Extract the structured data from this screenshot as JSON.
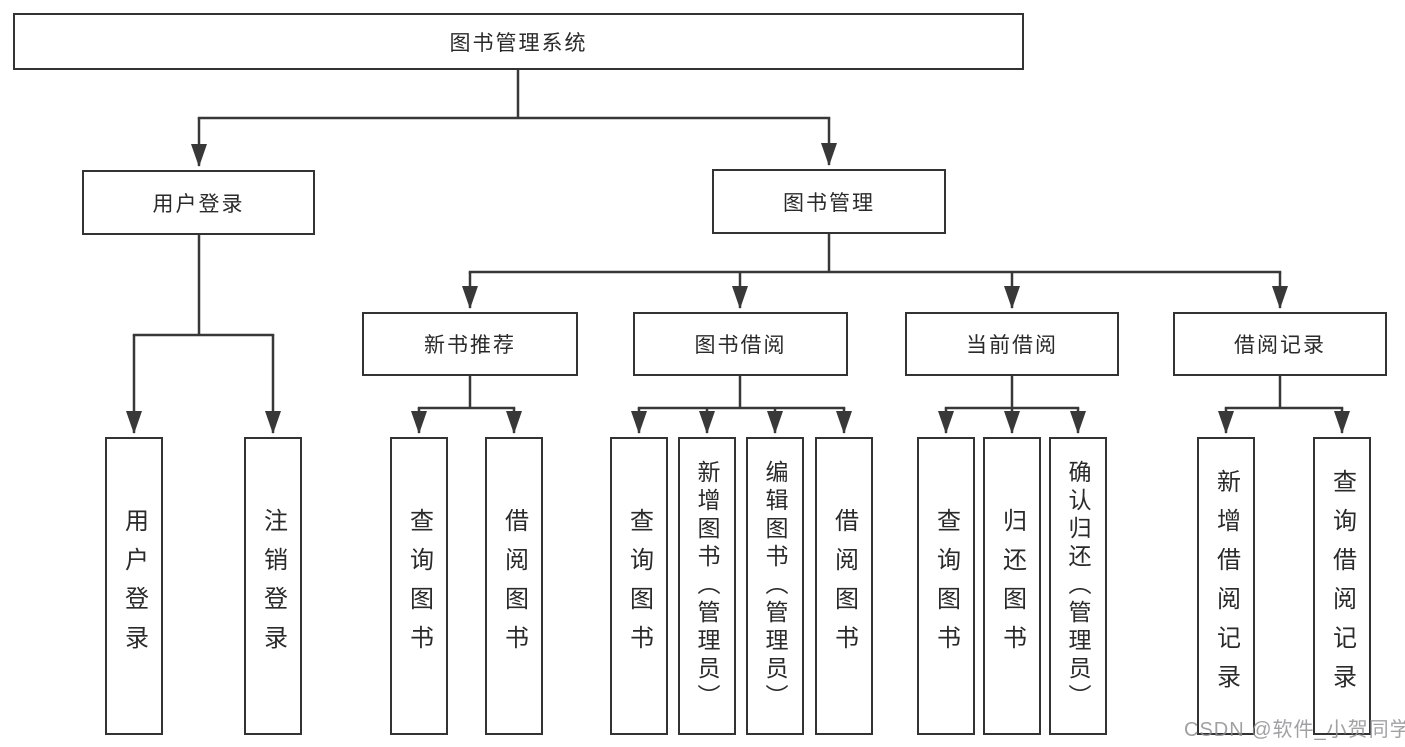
{
  "tree": {
    "root": {
      "label": "图书管理系统",
      "children": [
        {
          "label": "用户登录",
          "children": [
            {
              "label": "用户登录"
            },
            {
              "label": "注销登录"
            }
          ]
        },
        {
          "label": "图书管理",
          "children": [
            {
              "label": "新书推荐",
              "children": [
                {
                  "label": "查询图书"
                },
                {
                  "label": "借阅图书"
                }
              ]
            },
            {
              "label": "图书借阅",
              "children": [
                {
                  "label": "查询图书"
                },
                {
                  "label": "新增图书（管理员）"
                },
                {
                  "label": "编辑图书（管理员）"
                },
                {
                  "label": "借阅图书"
                }
              ]
            },
            {
              "label": "当前借阅",
              "children": [
                {
                  "label": "查询图书"
                },
                {
                  "label": "归还图书"
                },
                {
                  "label": "确认归还（管理员）"
                }
              ]
            },
            {
              "label": "借阅记录",
              "children": [
                {
                  "label": "新增借阅记录"
                },
                {
                  "label": "查询借阅记录"
                }
              ]
            }
          ]
        }
      ]
    }
  },
  "watermark": {
    "text": "CSDN @软件_小贺同学"
  },
  "colors": {
    "line": "#383838",
    "box_border": "#333333",
    "text": "#2a2a2a",
    "watermark": "#919194",
    "background": "#ffffff"
  }
}
